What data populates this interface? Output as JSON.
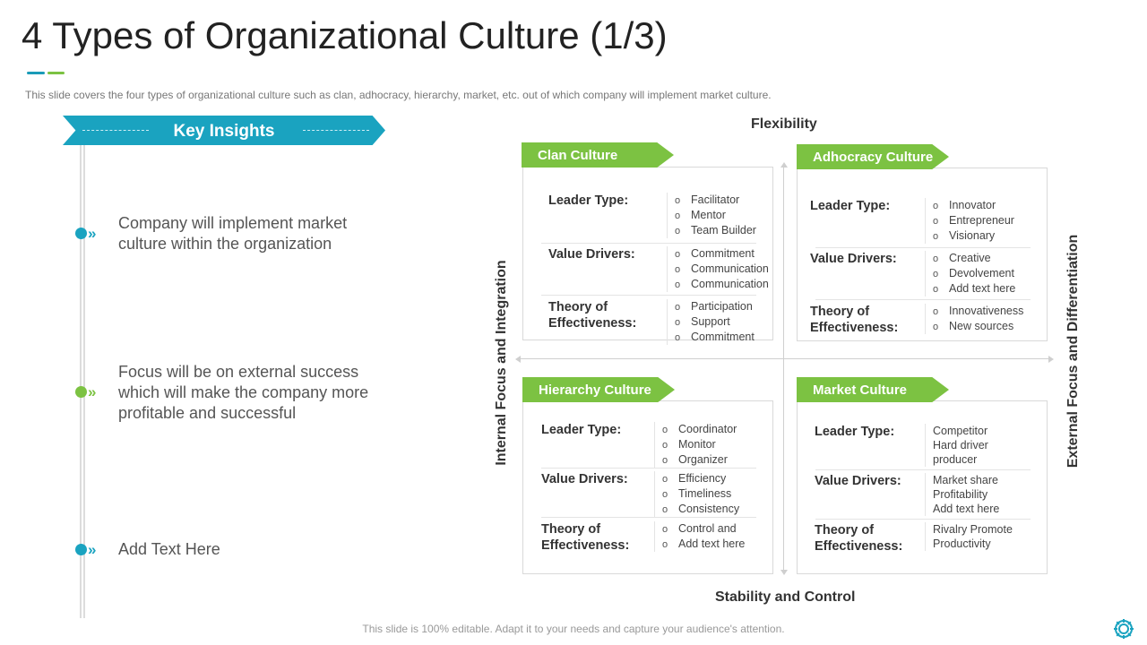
{
  "title": "4 Types of Organizational Culture (1/3)",
  "subtitle": "This slide covers the four types of organizational culture such as clan, adhocracy, hierarchy, market, etc. out of which company will implement market culture.",
  "key_insights": {
    "heading": "Key Insights",
    "items": [
      "Company will implement market culture within the organization",
      "Focus will be on external success which will make the company more profitable and successful",
      "Add Text Here"
    ]
  },
  "axes": {
    "top": "Flexibility",
    "bottom": "Stability and Control",
    "left": "Internal Focus and Integration",
    "right": "External Focus and Differentiation"
  },
  "bullet_glyph": "o",
  "quadrants": {
    "clan": {
      "name": "Clan Culture",
      "leader_label": "Leader Type:",
      "leader": [
        "Facilitator",
        "Mentor",
        "Team Builder"
      ],
      "value_label": "Value Drivers:",
      "value": [
        "Commitment",
        "Communication",
        "Communication"
      ],
      "theory_label": "Theory of Effectiveness:",
      "theory": [
        "Participation",
        "Support",
        "Commitment"
      ]
    },
    "adhocracy": {
      "name": "Adhocracy Culture",
      "leader_label": "Leader Type:",
      "leader": [
        "Innovator",
        "Entrepreneur",
        "Visionary"
      ],
      "value_label": "Value Drivers:",
      "value": [
        "Creative",
        "Devolvement",
        "Add text here"
      ],
      "theory_label": "Theory of Effectiveness:",
      "theory": [
        "Innovativeness",
        "New sources"
      ]
    },
    "hierarchy": {
      "name": "Hierarchy Culture",
      "leader_label": "Leader Type:",
      "leader": [
        "Coordinator",
        "Monitor",
        "Organizer"
      ],
      "value_label": "Value Drivers:",
      "value": [
        "Efficiency",
        "Timeliness",
        "Consistency"
      ],
      "theory_label": "Theory of Effectiveness:",
      "theory": [
        "Control and",
        "Add text here"
      ]
    },
    "market": {
      "name": "Market Culture",
      "leader_label": "Leader Type:",
      "leader": [
        "Competitor",
        "Hard driver",
        "producer"
      ],
      "value_label": "Value Drivers:",
      "value": [
        "Market share",
        "Profitability",
        "Add text here"
      ],
      "theory_label": "Theory of Effectiveness:",
      "theory": [
        "Rivalry Promote",
        "Productivity"
      ]
    }
  },
  "footer": "This slide is 100% editable. Adapt it to your needs and capture your audience's attention.",
  "colors": {
    "teal": "#1aa3c0",
    "green": "#7cc242"
  },
  "icons": {
    "insight_chevron": "chevron-double-right-icon",
    "corner": "gear-icon"
  }
}
